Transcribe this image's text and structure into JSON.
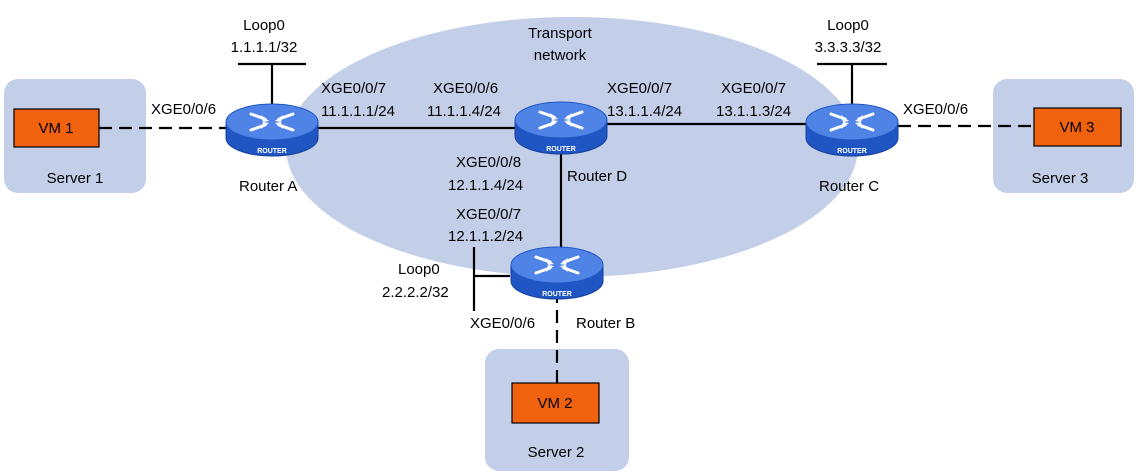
{
  "colors": {
    "transport_network": "#c3cfe8",
    "server_box": "#c3cfe8",
    "vm_fill": "#f0620d",
    "router_body": "#1f56c4",
    "router_top": "#4f83e6",
    "link": "#000000"
  },
  "icons": {
    "router": "router-icon"
  },
  "transport": {
    "label_line1": "Transport",
    "label_line2": "network"
  },
  "servers": {
    "server1": {
      "label": "Server 1",
      "vm": "VM 1"
    },
    "server2": {
      "label": "Server 2",
      "vm": "VM 2"
    },
    "server3": {
      "label": "Server 3",
      "vm": "VM 3"
    }
  },
  "routers": {
    "a": {
      "name": "Router A",
      "icon_text": "ROUTER",
      "loop_label": "Loop0",
      "loop_ip": "1.1.1.1/32",
      "server_if": "XGE0/0/6",
      "if_to_d": "XGE0/0/7",
      "ip_to_d": "11.1.1.1/24"
    },
    "d": {
      "name": "Router D",
      "icon_text": "ROUTER",
      "if_to_a": "XGE0/0/6",
      "ip_to_a": "11.1.1.4/24",
      "if_to_c": "XGE0/0/7",
      "ip_to_c": "13.1.1.4/24",
      "if_to_b": "XGE0/0/8",
      "ip_to_b": "12.1.1.4/24"
    },
    "c": {
      "name": "Router C",
      "icon_text": "ROUTER",
      "loop_label": "Loop0",
      "loop_ip": "3.3.3.3/32",
      "if_to_d": "XGE0/0/7",
      "ip_to_d": "13.1.1.3/24",
      "server_if": "XGE0/0/6"
    },
    "b": {
      "name": "Router B",
      "icon_text": "ROUTER",
      "loop_label": "Loop0",
      "loop_ip": "2.2.2.2/32",
      "if_to_d": "XGE0/0/7",
      "ip_to_d": "12.1.1.2/24",
      "server_if": "XGE0/0/6"
    }
  }
}
